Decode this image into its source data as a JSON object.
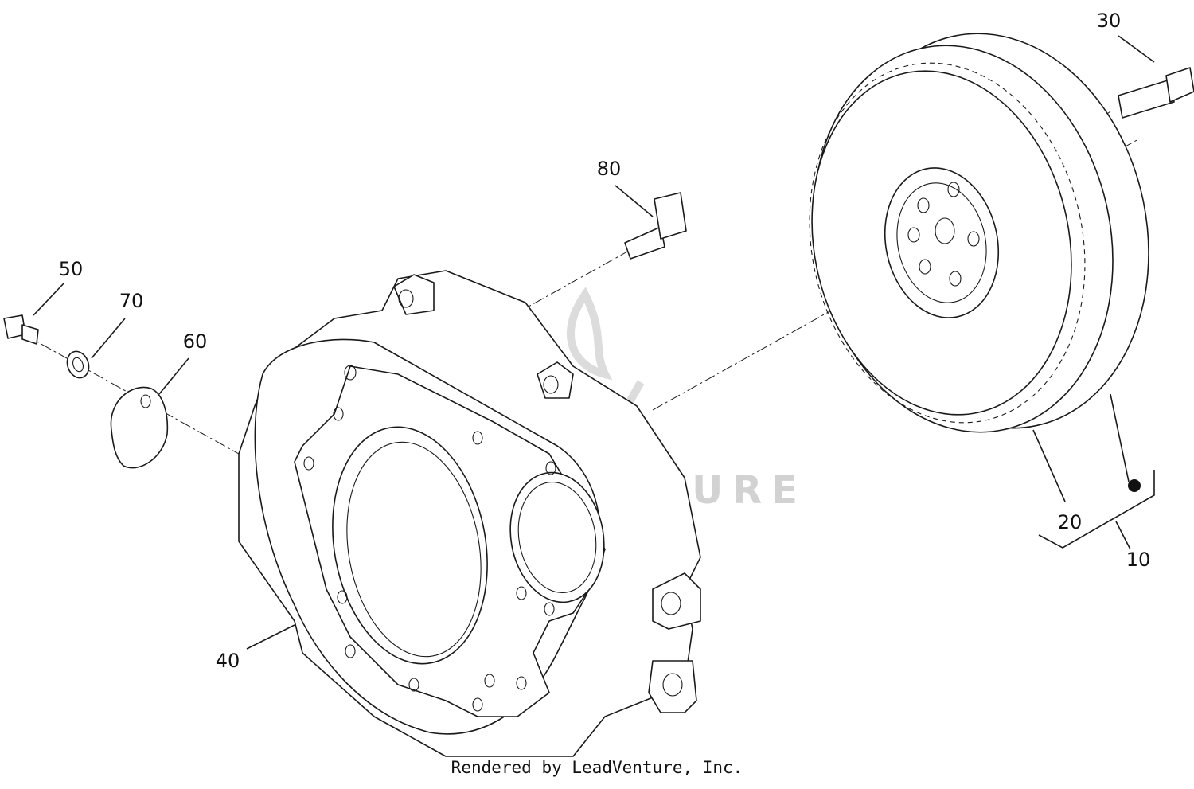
{
  "diagram": {
    "callouts": [
      "10",
      "20",
      "30",
      "40",
      "50",
      "60",
      "70",
      "80"
    ],
    "watermark": "LEADVENTURE",
    "footer": "Rendered by LeadVenture, Inc."
  }
}
